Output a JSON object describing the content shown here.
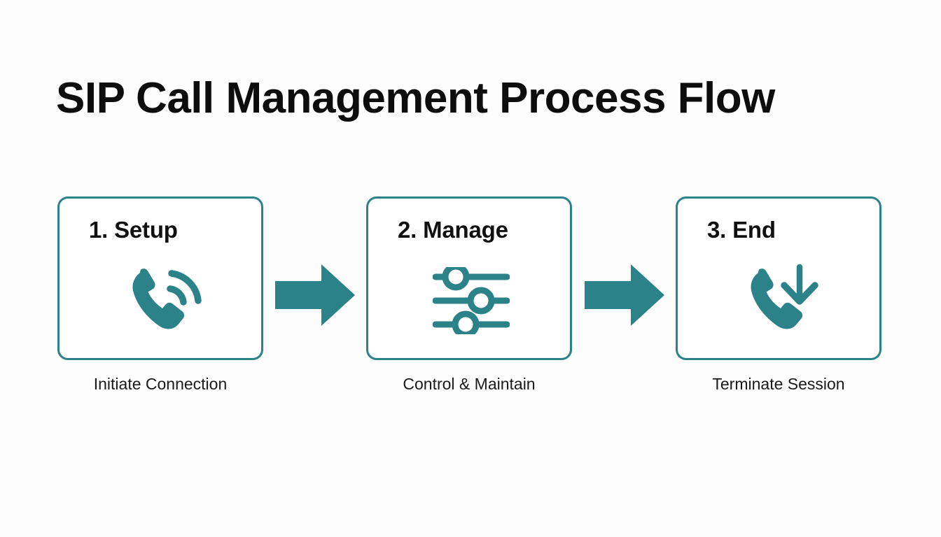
{
  "page": {
    "title": "SIP Call Management Process Flow",
    "background_color": "#fdfdfd",
    "accent_color": "#2c8289",
    "title_color": "#0d0d0d",
    "caption_color": "#1a1a1a"
  },
  "flow": {
    "steps": [
      {
        "title": "1. Setup",
        "caption": "Initiate Connection",
        "icon": "phone-ringing-icon"
      },
      {
        "title": "2. Manage",
        "caption": "Control & Maintain",
        "icon": "sliders-settings-icon"
      },
      {
        "title": "3. End",
        "caption": "Terminate Session",
        "icon": "phone-hangup-down-arrow-icon"
      }
    ],
    "connectors": [
      {
        "icon": "arrow-right-icon",
        "direction": "right"
      },
      {
        "icon": "arrow-right-icon",
        "direction": "right"
      }
    ]
  }
}
